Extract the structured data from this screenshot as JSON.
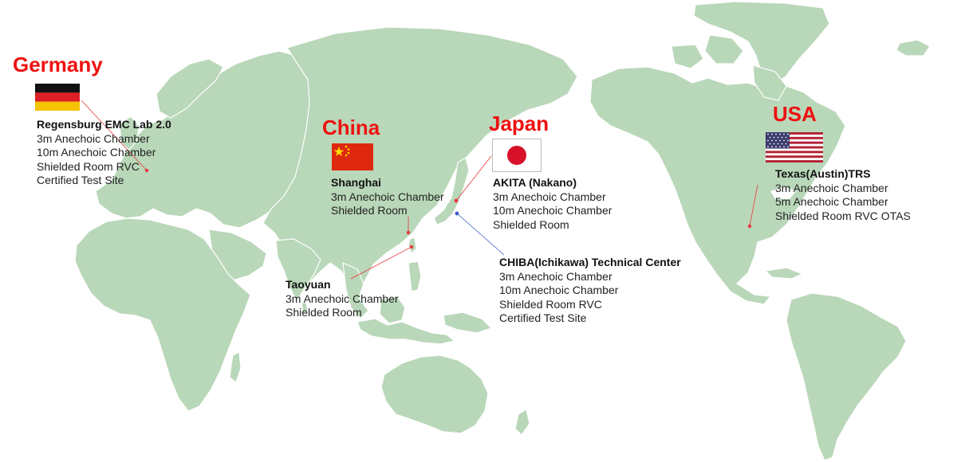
{
  "colors": {
    "land": "#b9d7b9",
    "country_title": "#ee1111",
    "leader_red": "#e8373c",
    "leader_blue": "#3a5bc7"
  },
  "countries": {
    "germany": {
      "title": "Germany",
      "flag_icon": "flag-germany-icon",
      "sites": [
        {
          "name": "Regensburg EMC Lab 2.0",
          "facilities": [
            "3m Anechoic Chamber",
            "10m Anechoic Chamber",
            "Shielded Room RVC",
            "Certified Test Site"
          ]
        }
      ]
    },
    "china": {
      "title": "China",
      "flag_icon": "flag-china-icon",
      "sites": [
        {
          "name": "Shanghai",
          "facilities": [
            "3m Anechoic Chamber",
            "Shielded Room"
          ]
        },
        {
          "name": "Taoyuan",
          "facilities": [
            "3m Anechoic Chamber",
            "Shielded Room"
          ]
        }
      ]
    },
    "japan": {
      "title": "Japan",
      "flag_icon": "flag-japan-icon",
      "sites": [
        {
          "name": "AKITA (Nakano)",
          "facilities": [
            "3m Anechoic Chamber",
            "10m Anechoic Chamber",
            "Shielded Room"
          ]
        },
        {
          "name": "CHIBA(Ichikawa) Technical Center",
          "facilities": [
            "3m Anechoic Chamber",
            "10m Anechoic Chamber",
            "Shielded Room RVC",
            "Certified Test Site"
          ]
        }
      ]
    },
    "usa": {
      "title": "USA",
      "flag_icon": "flag-usa-icon",
      "sites": [
        {
          "name": "Texas(Austin)TRS",
          "facilities": [
            "3m Anechoic Chamber",
            "5m Anechoic Chamber",
            "Shielded Room RVC OTAS"
          ]
        }
      ]
    }
  }
}
